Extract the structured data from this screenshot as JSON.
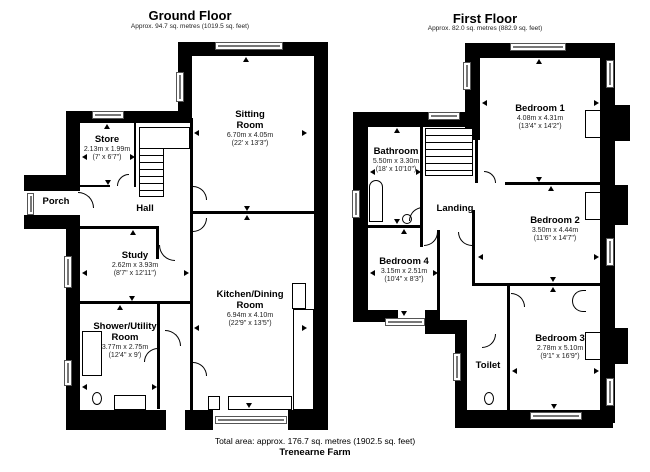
{
  "ground_floor": {
    "title": "Ground Floor",
    "area": "Approx. 94.7 sq. metres (1019.5 sq. feet)",
    "rooms": [
      {
        "name": "Sitting Room",
        "name_lines": [
          "Sitting",
          "Room"
        ],
        "metric": "6.70m x 4.05m",
        "imperial": "(22' x 13'3\")"
      },
      {
        "name": "Store",
        "name_lines": [
          "Store"
        ],
        "metric": "2.13m x 1.99m",
        "imperial": "(7' x 6'7\")"
      },
      {
        "name": "Porch",
        "name_lines": [
          "Porch"
        ]
      },
      {
        "name": "Hall",
        "name_lines": [
          "Hall"
        ]
      },
      {
        "name": "Study",
        "name_lines": [
          "Study"
        ],
        "metric": "2.62m x 3.93m",
        "imperial": "(8'7\" x 12'11\")"
      },
      {
        "name": "Kitchen/Dining Room",
        "name_lines": [
          "Kitchen/Dining",
          "Room"
        ],
        "metric": "6.94m x 4.10m",
        "imperial": "(22'9\" x 13'5\")"
      },
      {
        "name": "Shower/Utility Room",
        "name_lines": [
          "Shower/Utility",
          "Room"
        ],
        "metric": "3.77m x 2.75m",
        "imperial": "(12'4\" x 9')"
      }
    ]
  },
  "first_floor": {
    "title": "First Floor",
    "area": "Approx. 82.0 sq. metres (882.9 sq. feet)",
    "rooms": [
      {
        "name": "Bedroom 1",
        "name_lines": [
          "Bedroom 1"
        ],
        "metric": "4.08m x 4.31m",
        "imperial": "(13'4\" x 14'2\")"
      },
      {
        "name": "Bathroom",
        "name_lines": [
          "Bathroom"
        ],
        "metric": "5.50m x 3.30m",
        "imperial": "(18' x 10'10\")"
      },
      {
        "name": "Landing",
        "name_lines": [
          "Landing"
        ]
      },
      {
        "name": "Bedroom 2",
        "name_lines": [
          "Bedroom 2"
        ],
        "metric": "3.50m x 4.44m",
        "imperial": "(11'6\" x 14'7\")"
      },
      {
        "name": "Bedroom 4",
        "name_lines": [
          "Bedroom 4"
        ],
        "metric": "3.15m x 2.51m",
        "imperial": "(10'4\" x 8'3\")"
      },
      {
        "name": "Bedroom 3",
        "name_lines": [
          "Bedroom 3"
        ],
        "metric": "2.78m x 5.10m",
        "imperial": "(9'1\" x 16'9\")"
      },
      {
        "name": "Toilet",
        "name_lines": [
          "Toilet"
        ]
      }
    ]
  },
  "footer": {
    "total_area": "Total area: approx. 176.7 sq. metres (1902.5 sq. feet)",
    "property_name": "Trenearne Farm"
  },
  "colors": {
    "wall": "#000000",
    "background": "#ffffff",
    "window": "#777777"
  }
}
